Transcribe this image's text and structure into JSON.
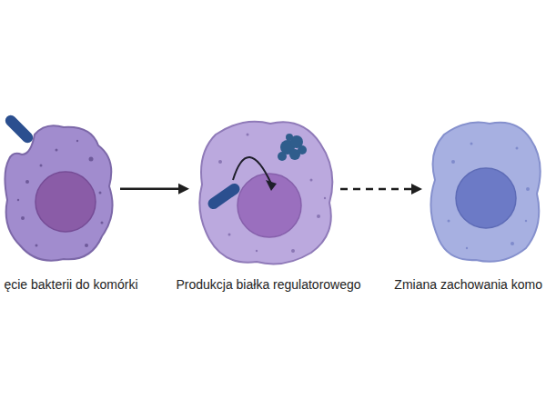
{
  "diagram": {
    "nodes": [
      {
        "text": [
          "ęcie bakterii do komórki"
        ]
      },
      {
        "text": [
          "Produkcja białka regulatorowego"
        ]
      },
      {
        "text": [
          "Zmiana zachowania komo"
        ]
      }
    ],
    "edges": [
      {
        "from": 0,
        "to": 1,
        "arrow": "to"
      },
      {
        "from": 1,
        "to": 2,
        "arrow": "to"
      }
    ]
  }
}
